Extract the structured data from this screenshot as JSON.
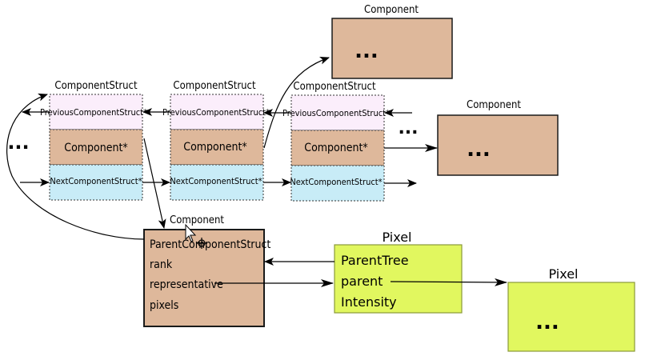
{
  "structs": [
    {
      "title": "ComponentStruct",
      "prev": "PreviousComponentStruct*",
      "comp": "Component*",
      "next": "NextComponentStruct*"
    },
    {
      "title": "ComponentStruct",
      "prev": "PreviousComponentStruct*",
      "comp": "Component*",
      "next": "NextComponentStruct*"
    },
    {
      "title": "ComponentStruct",
      "prev": "PreviousComponentStruct*",
      "comp": "Component*",
      "next": "NextComponentStruct*"
    }
  ],
  "component_top": {
    "title": "Component",
    "ellipsis": "..."
  },
  "component_right": {
    "title": "Component",
    "ellipsis": "..."
  },
  "left_ellipsis": "...",
  "mid_ellipsis": "...",
  "component_main": {
    "title": "Component",
    "fields": [
      "ParentComponentStruct",
      "rank",
      "representative",
      "pixels"
    ]
  },
  "pixel_main": {
    "title": "Pixel",
    "fields": [
      "ParentTree",
      "parent",
      "Intensity"
    ]
  },
  "pixel_right": {
    "title": "Pixel",
    "ellipsis": "..."
  },
  "colors": {
    "prev_fill": "#fbeefb",
    "comp_fill": "#deb89b",
    "next_fill": "#c8ecf7",
    "pixel_fill": "#e1f75f",
    "stroke": "#1a1a1a"
  }
}
